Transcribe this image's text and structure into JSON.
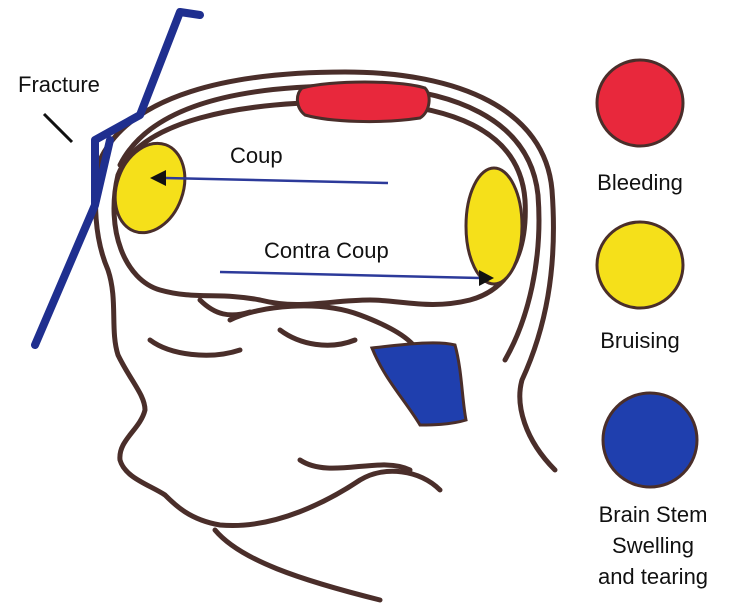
{
  "labels": {
    "fracture": "Fracture",
    "coup": "Coup",
    "contra_coup": "Contra Coup"
  },
  "legend": [
    {
      "label_lines": [
        "Bleeding"
      ],
      "color": "#e8283c"
    },
    {
      "label_lines": [
        "Bruising"
      ],
      "color": "#f5e01a"
    },
    {
      "label_lines": [
        "Brain Stem",
        "Swelling",
        "and tearing"
      ],
      "color": "#1f3fae"
    }
  ],
  "colors": {
    "outline": "#4a2e2a",
    "fracture_line": "#1f2f8f",
    "arrow_line": "#2c3a9a",
    "bleeding": "#e8283c",
    "bruising": "#f5e01a",
    "brain_stem": "#1f3fae"
  }
}
